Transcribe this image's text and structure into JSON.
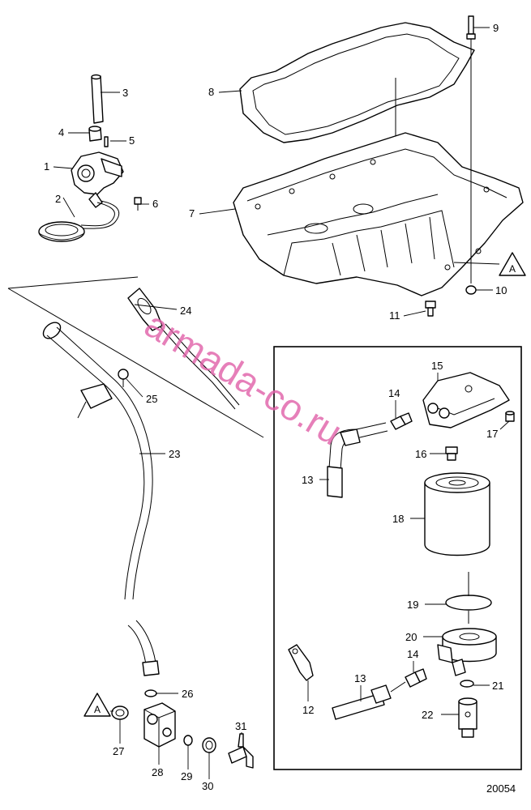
{
  "labels": [
    {
      "id": "1",
      "text": "1"
    },
    {
      "id": "2",
      "text": "2"
    },
    {
      "id": "3",
      "text": "3"
    },
    {
      "id": "4",
      "text": "4"
    },
    {
      "id": "5",
      "text": "5"
    },
    {
      "id": "6",
      "text": "6"
    },
    {
      "id": "7",
      "text": "7"
    },
    {
      "id": "8",
      "text": "8"
    },
    {
      "id": "9",
      "text": "9"
    },
    {
      "id": "10",
      "text": "10"
    },
    {
      "id": "11",
      "text": "11"
    },
    {
      "id": "12",
      "text": "12"
    },
    {
      "id": "13a",
      "text": "13"
    },
    {
      "id": "13b",
      "text": "13"
    },
    {
      "id": "14a",
      "text": "14"
    },
    {
      "id": "14b",
      "text": "14"
    },
    {
      "id": "15",
      "text": "15"
    },
    {
      "id": "16",
      "text": "16"
    },
    {
      "id": "17",
      "text": "17"
    },
    {
      "id": "18",
      "text": "18"
    },
    {
      "id": "19",
      "text": "19"
    },
    {
      "id": "20",
      "text": "20"
    },
    {
      "id": "21",
      "text": "21"
    },
    {
      "id": "22",
      "text": "22"
    },
    {
      "id": "23",
      "text": "23"
    },
    {
      "id": "24",
      "text": "24"
    },
    {
      "id": "25",
      "text": "25"
    },
    {
      "id": "26",
      "text": "26"
    },
    {
      "id": "27",
      "text": "27"
    },
    {
      "id": "28",
      "text": "28"
    },
    {
      "id": "29",
      "text": "29"
    },
    {
      "id": "30",
      "text": "30"
    },
    {
      "id": "31",
      "text": "31"
    }
  ],
  "reference_markers": {
    "top": "A",
    "bottom": "A"
  },
  "watermark": "armada-co.ru",
  "drawing_number": "20054"
}
